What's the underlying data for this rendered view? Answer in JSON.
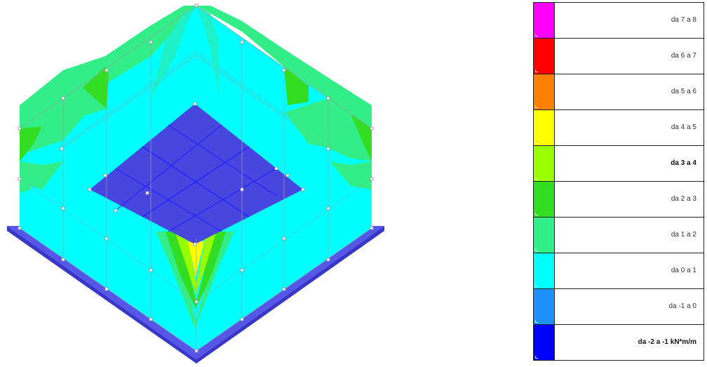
{
  "legend": {
    "items": [
      {
        "label": "da 7 a 8",
        "color": "#ff00ff",
        "bold": false
      },
      {
        "label": "da 6 a 7",
        "color": "#ff0000",
        "bold": false
      },
      {
        "label": "da 5 a 6",
        "color": "#ff8000",
        "bold": false
      },
      {
        "label": "da 4 a 5",
        "color": "#ffff00",
        "bold": false
      },
      {
        "label": "da 3 a 4",
        "color": "#99ff00",
        "bold": true
      },
      {
        "label": "da 2 a 3",
        "color": "#33dd22",
        "bold": false
      },
      {
        "label": "da 1 a 2",
        "color": "#33ee88",
        "bold": false
      },
      {
        "label": "da 0 a 1",
        "color": "#00ffff",
        "bold": false
      },
      {
        "label": "da -1 a 0",
        "color": "#1e90ff",
        "bold": false
      },
      {
        "label": "da -2 a -1 kN*m/m",
        "color": "#0000ff",
        "bold": true
      }
    ]
  },
  "model": {
    "colors": {
      "slab": "#4747e0",
      "slab_grid": "#1a1aff",
      "wall_base": "#00ffff",
      "band_green": "#33ee88",
      "band_dark_green": "#33dd22",
      "band_yellow_green": "#99ff00",
      "band_yellow": "#ffff00",
      "mesh_line": "#9aa0a0",
      "base_edge": "#3838c8"
    }
  }
}
